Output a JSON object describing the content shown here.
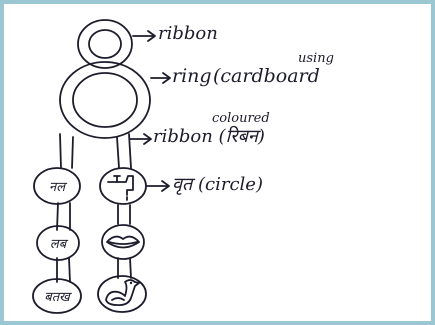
{
  "labels": {
    "ribbon": "ribbon",
    "ring": "ring",
    "ring_note": "using",
    "ring_material": "(cardboard",
    "coloured": "coloured",
    "coloured_ribbon": "ribbon (रिबन)",
    "circle": "वृत (circle)"
  },
  "discs": {
    "left_top": "नल",
    "left_middle": "लब",
    "left_bottom": "बतख"
  },
  "colors": {
    "ink": "#1c1c2c",
    "frame": "#9bc7d2"
  }
}
